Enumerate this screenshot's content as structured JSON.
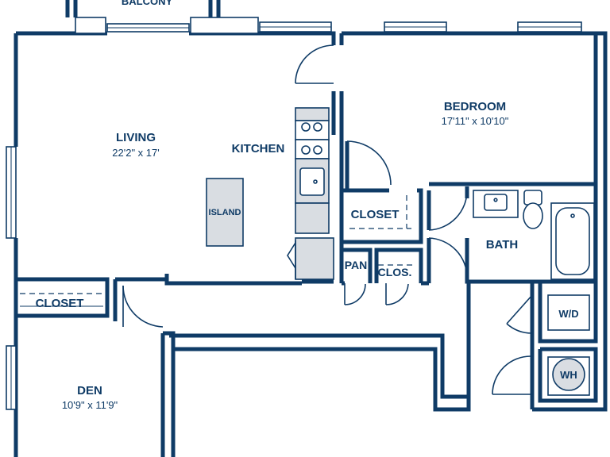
{
  "rooms": {
    "balcony": "BALCONY",
    "living": {
      "label": "LIVING",
      "dims": "22'2\" x 17'"
    },
    "kitchen": "KITCHEN",
    "island": "ISLAND",
    "bedroom": {
      "label": "BEDROOM",
      "dims": "17'11\" x 10'10\""
    },
    "closet_bedroom": "CLOSET",
    "closet_den": "CLOSET",
    "bath": "BATH",
    "pantry": "PAN",
    "closet_small": "CLOS.",
    "washer_dryer": "W/D",
    "water_heater": "WH",
    "den": {
      "label": "DEN",
      "dims": "10'9\" x 11'9\""
    }
  },
  "colors": {
    "wall": "#0f3b66",
    "fixture": "#d9dde2",
    "background": "#ffffff"
  }
}
